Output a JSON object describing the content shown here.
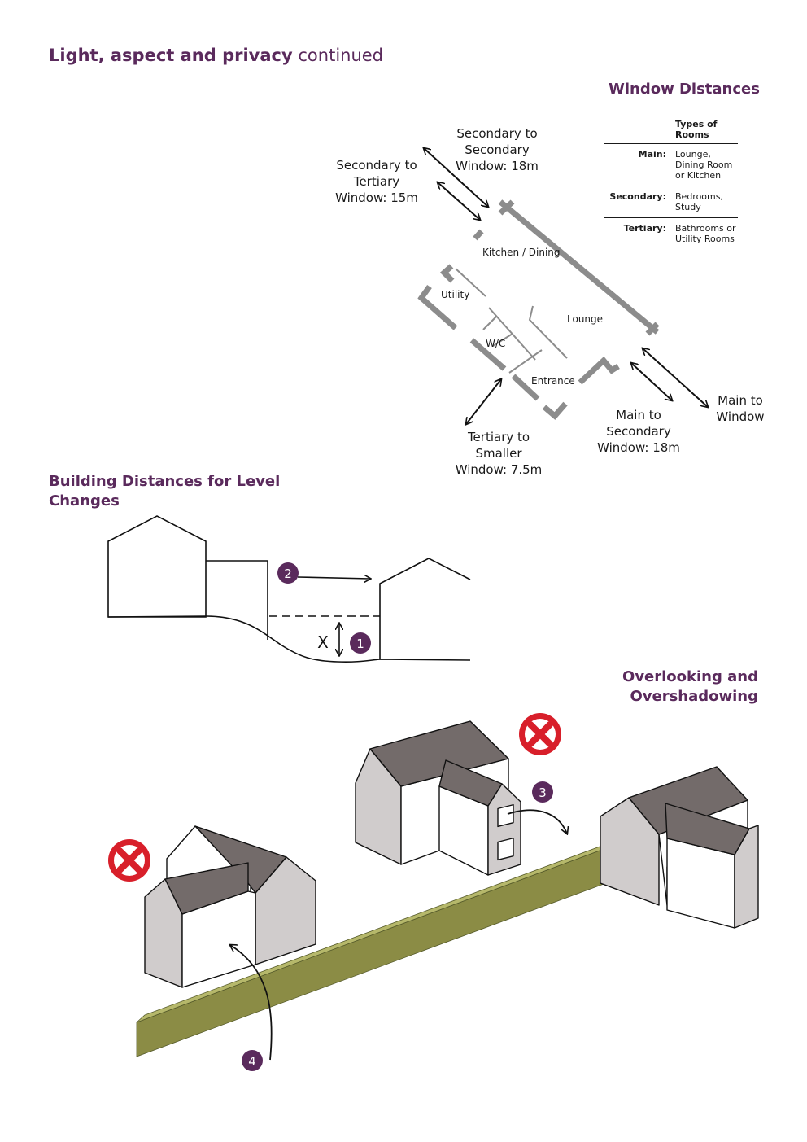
{
  "header": {
    "title_bold": "Light, aspect and privacy",
    "title_light": "continued"
  },
  "window_distances": {
    "heading": "Window Distances",
    "labels": {
      "sec_to_sec": [
        "Secondary to",
        "Secondary",
        "Window: 18m"
      ],
      "sec_to_ter": [
        "Secondary to",
        "Tertiary",
        "Window: 15m"
      ],
      "ter_to_smaller": [
        "Tertiary to",
        "Smaller",
        "Window: 7.5m"
      ],
      "main_to_sec": [
        "Main to",
        "Secondary",
        "Window: 18m"
      ],
      "main_to_window": [
        "Main to",
        "Window"
      ]
    },
    "rooms": {
      "kitchen": "Kitchen / Dining",
      "utility": "Utility",
      "lounge": "Lounge",
      "wc": "W/C",
      "entrance": "Entrance"
    },
    "legend": {
      "header": [
        "Types of",
        "Rooms"
      ],
      "rows": [
        {
          "key": "Main:",
          "value": [
            "Lounge,",
            "Dining Room",
            "or Kitchen"
          ]
        },
        {
          "key": "Secondary:",
          "value": [
            "Bedrooms,",
            "Study"
          ]
        },
        {
          "key": "Tertiary:",
          "value": [
            "Bathrooms or",
            "Utility Rooms"
          ]
        }
      ]
    }
  },
  "level_changes": {
    "heading": "Building Distances for Level Changes",
    "height_label": "X",
    "badges": [
      "1",
      "2"
    ]
  },
  "overlooking": {
    "heading": "Overlooking and Overshadowing",
    "badges": [
      "3",
      "4"
    ],
    "reject_icon": "red-cross-icon"
  },
  "colors": {
    "brand_purple": "#5a2a5c",
    "wall_grey": "#8c8c8c",
    "roof_grey": "#736b6a",
    "house_side": "#d0cccc",
    "hedge_green": "#8b8c45",
    "hedge_top": "#b6b86b",
    "reject_red": "#d81f2a"
  }
}
